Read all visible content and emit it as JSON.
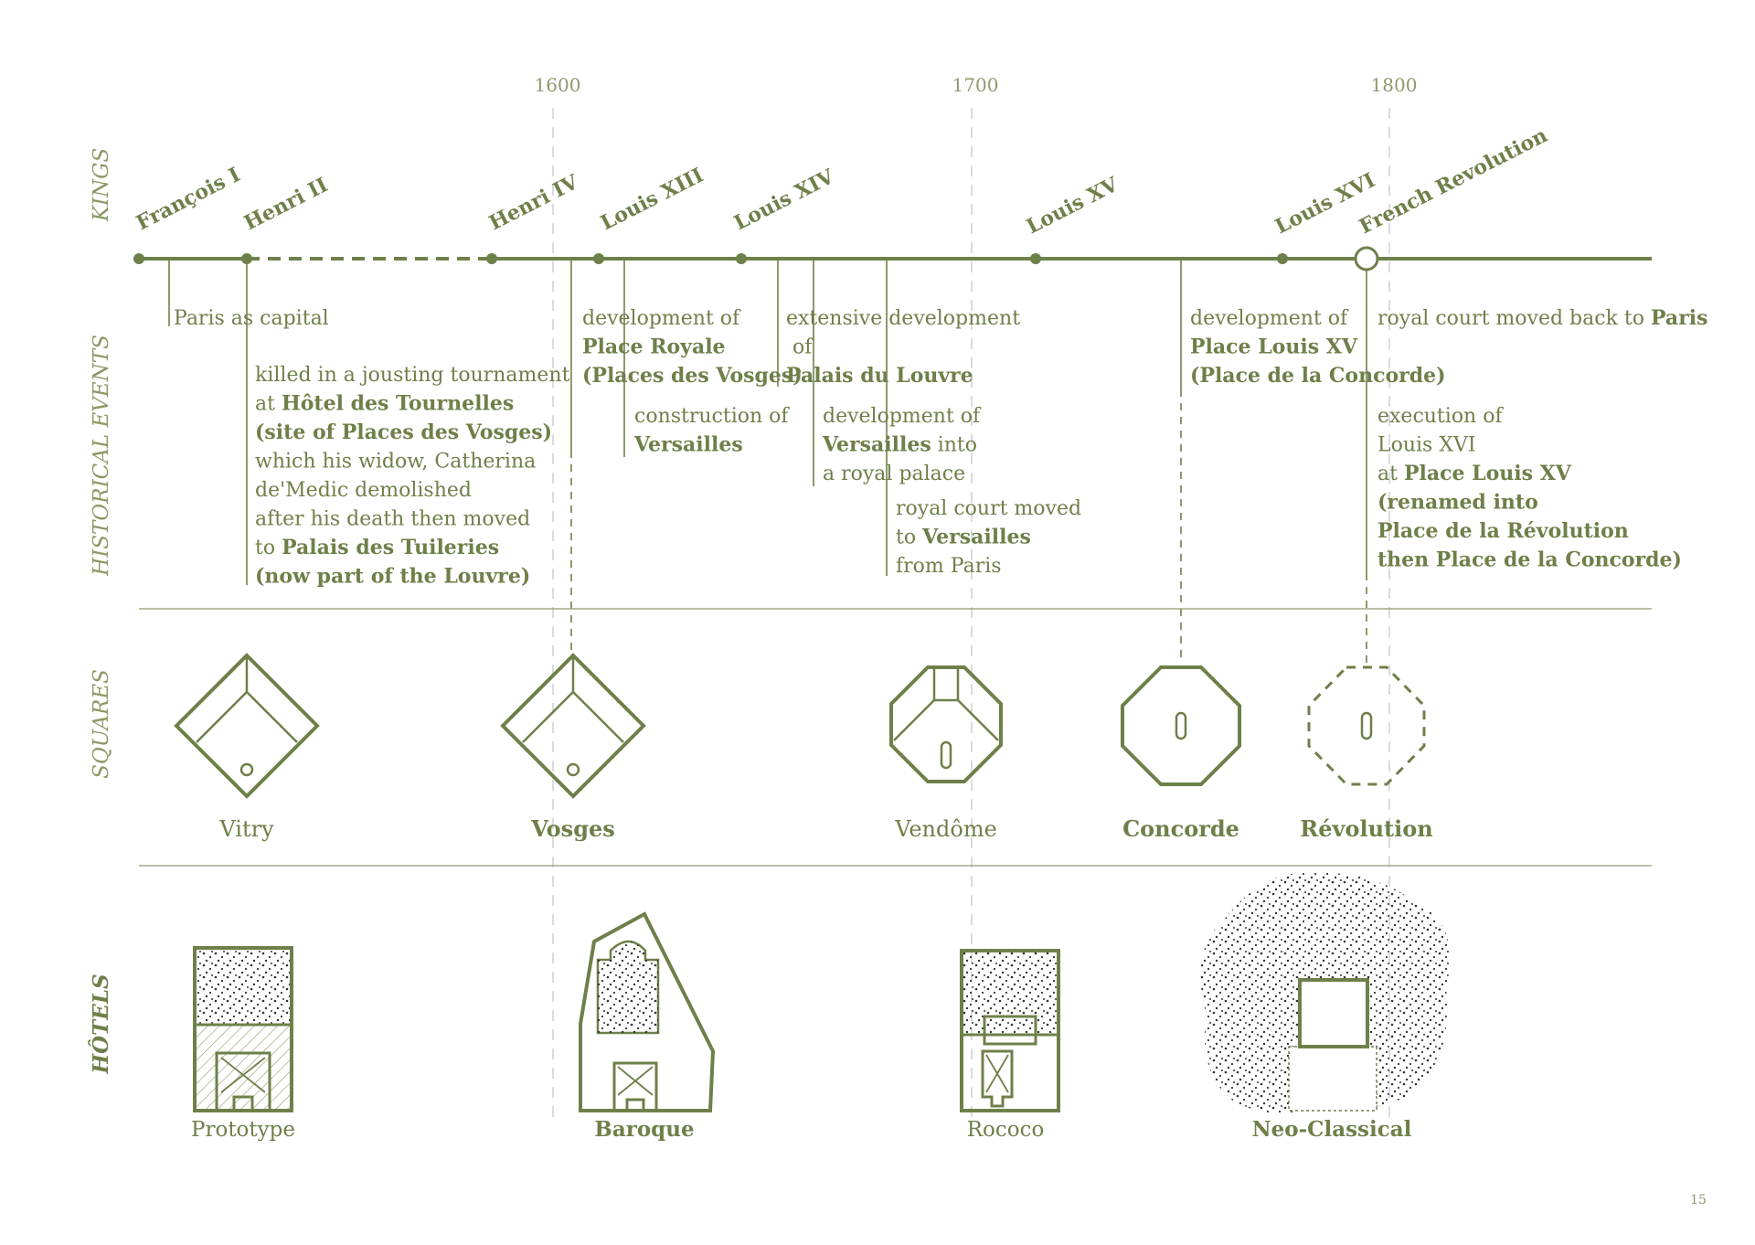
{
  "years": [
    "1600",
    "1700",
    "1800"
  ],
  "sections": {
    "kings": "KINGS",
    "events": "HISTORICAL EVENTS",
    "squares": "SQUARES",
    "hotels": "HÔTELS"
  },
  "kings": [
    "François I",
    "Henri II",
    "Henri IV",
    "Louis XIII",
    "Louis XIV",
    "Louis XV",
    "Louis XVI",
    "French Revolution"
  ],
  "events": [
    {
      "lines": [
        [
          {
            "t": "Paris as capital",
            "b": false
          }
        ]
      ]
    },
    {
      "lines": [
        [
          {
            "t": "killed in a jousting tournament",
            "b": false
          }
        ],
        [
          {
            "t": "at ",
            "b": false
          },
          {
            "t": "Hôtel des Tournelles",
            "b": true
          }
        ],
        [
          {
            "t": "(site of Places des Vosges)",
            "b": true
          }
        ],
        [
          {
            "t": "which his widow, Catherina",
            "b": false
          }
        ],
        [
          {
            "t": "de'Medic demolished",
            "b": false
          }
        ],
        [
          {
            "t": "after his death then moved",
            "b": false
          }
        ],
        [
          {
            "t": "to ",
            "b": false
          },
          {
            "t": "Palais des Tuileries",
            "b": true
          }
        ],
        [
          {
            "t": "(now part of the Louvre)",
            "b": true
          }
        ]
      ]
    },
    {
      "lines": [
        [
          {
            "t": "development of",
            "b": false
          }
        ],
        [
          {
            "t": "Place Royale",
            "b": true
          }
        ],
        [
          {
            "t": "(Places des Vosges)",
            "b": true
          }
        ]
      ]
    },
    {
      "lines": [
        [
          {
            "t": "construction of",
            "b": false
          }
        ],
        [
          {
            "t": "Versailles",
            "b": true
          }
        ]
      ]
    },
    {
      "lines": [
        [
          {
            "t": "extensive development",
            "b": false
          }
        ],
        [
          {
            "t": " of",
            "b": false
          }
        ],
        [
          {
            "t": "Palais du Louvre",
            "b": true
          }
        ]
      ]
    },
    {
      "lines": [
        [
          {
            "t": "development of",
            "b": false
          }
        ],
        [
          {
            "t": "Versailles",
            "b": true
          },
          {
            "t": " into",
            "b": false
          }
        ],
        [
          {
            "t": "a royal palace",
            "b": false
          }
        ]
      ]
    },
    {
      "lines": [
        [
          {
            "t": "royal court moved",
            "b": false
          }
        ],
        [
          {
            "t": "to ",
            "b": false
          },
          {
            "t": "Versailles",
            "b": true
          }
        ],
        [
          {
            "t": "from Paris",
            "b": false
          }
        ]
      ]
    },
    {
      "lines": [
        [
          {
            "t": "development of",
            "b": false
          }
        ],
        [
          {
            "t": "Place Louis XV",
            "b": true
          }
        ],
        [
          {
            "t": "(Place de la Concorde)",
            "b": true
          }
        ]
      ]
    },
    {
      "lines": [
        [
          {
            "t": "royal court moved back to ",
            "b": false
          },
          {
            "t": "Paris",
            "b": true
          }
        ]
      ]
    },
    {
      "lines": [
        [
          {
            "t": "execution of",
            "b": false
          }
        ],
        [
          {
            "t": "Louis XVI",
            "b": false
          }
        ],
        [
          {
            "t": "at ",
            "b": false
          },
          {
            "t": "Place Louis XV",
            "b": true
          }
        ],
        [
          {
            "t": "(renamed into",
            "b": true
          }
        ],
        [
          {
            "t": "Place de la Révolution",
            "b": true
          }
        ],
        [
          {
            "t": "then Place de la Concorde)",
            "b": true
          }
        ]
      ]
    }
  ],
  "squares": [
    {
      "label": "Vitry",
      "bold": false
    },
    {
      "label": "Vosges",
      "bold": true
    },
    {
      "label": "Vendôme",
      "bold": false
    },
    {
      "label": "Concorde",
      "bold": true
    },
    {
      "label": "Révolution",
      "bold": true
    }
  ],
  "hotels": [
    {
      "label": "Prototype",
      "bold": false
    },
    {
      "label": "Baroque",
      "bold": true
    },
    {
      "label": "Rococo",
      "bold": false
    },
    {
      "label": "Neo-Classical",
      "bold": true
    }
  ],
  "page_number": "15",
  "colors": {
    "accent": "#6e8049",
    "guide": "#c8c8c8"
  }
}
